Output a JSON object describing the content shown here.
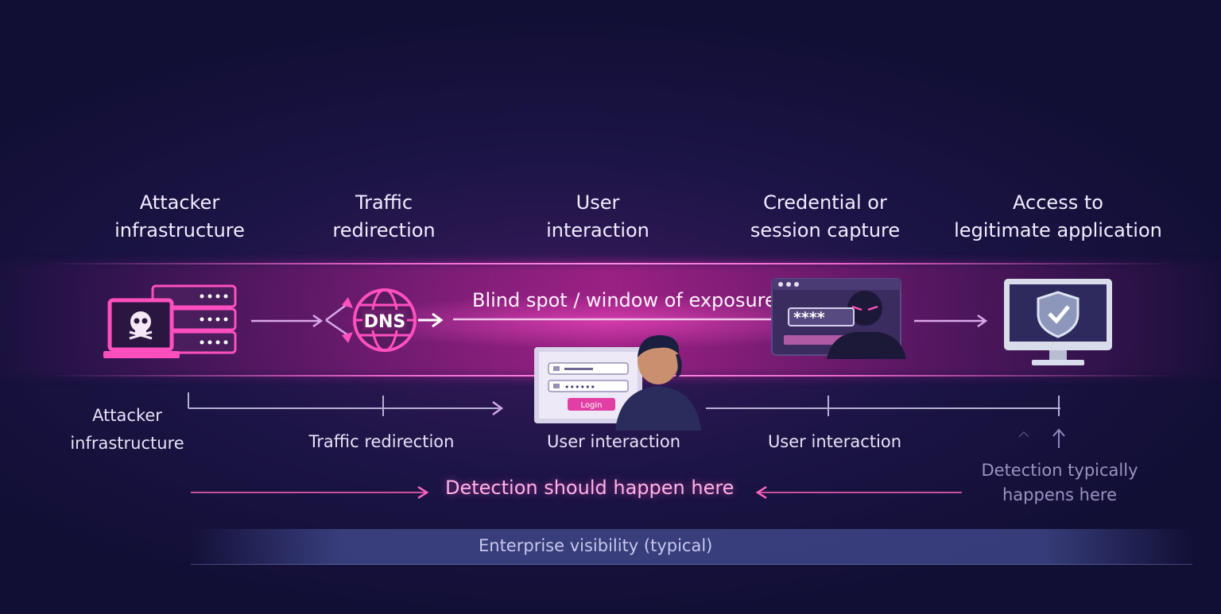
{
  "stages": [
    {
      "title_l1": "Attacker",
      "title_l2": "infrastructure"
    },
    {
      "title_l1": "Traffic",
      "title_l2": "redirection"
    },
    {
      "title_l1": "User",
      "title_l2": "interaction"
    },
    {
      "title_l1": "Credential or",
      "title_l2": "session capture"
    },
    {
      "title_l1": "Access to",
      "title_l2": "legitimate application"
    }
  ],
  "icons": {
    "dns_label": "DNS",
    "password_mask": "****",
    "login_password_mask": "••••••",
    "login_button_label": "Login"
  },
  "blind_spot_label": "Blind spot / window of exposure",
  "timeline_labels": {
    "attacker_l1": "Attacker",
    "attacker_l2": "infrastructure",
    "traffic": "Traffic redirection",
    "user1": "User interaction",
    "user2": "User interaction"
  },
  "detection_should": "Detection should happen here",
  "detection_typical_l1": "Detection typically",
  "detection_typical_l2": "happens here",
  "enterprise_visibility": "Enterprise visibility (typical)",
  "colors": {
    "accent_pink": "#ff3fb4",
    "background": "#14103a",
    "muted_purple": "#9b92c2"
  }
}
